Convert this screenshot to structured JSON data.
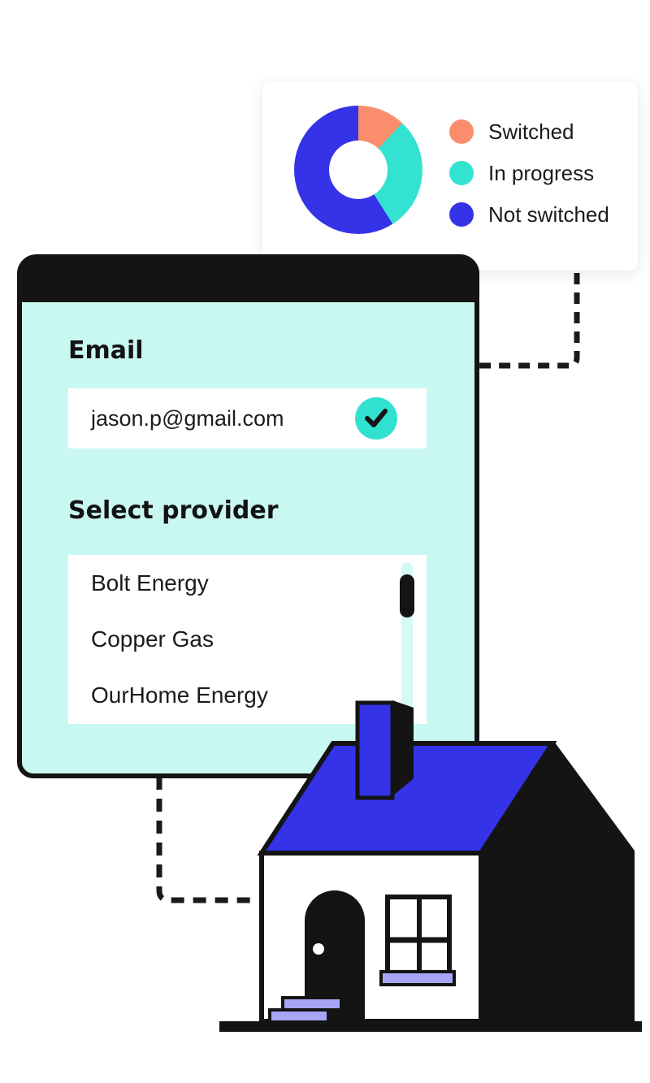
{
  "colors": {
    "background": "#FFFFFF",
    "ink": "#141414",
    "mint_panel": "#C8F8F1",
    "scroll_track_mint": "#D3FAF5",
    "teal": "#30E1CF",
    "blue": "#3433E8",
    "salmon": "#F98D6C",
    "lavender": "#A7A6F6",
    "text_dark": "#1B1B1B",
    "connector": "#1A1A1A"
  },
  "chart_card": {
    "legend": [
      {
        "label": "Switched",
        "color": "#F98D6C",
        "icon": "legend-dot"
      },
      {
        "label": "In progress",
        "color": "#33E2D0",
        "icon": "legend-dot"
      },
      {
        "label": "Not switched",
        "color": "#3433E8",
        "icon": "legend-dot"
      }
    ]
  },
  "chart_data": {
    "type": "pie",
    "donut": true,
    "title": "",
    "categories": [
      "Switched",
      "In progress",
      "Not switched"
    ],
    "values": [
      12,
      29,
      59
    ],
    "unit": "percent_estimated",
    "colors": [
      "#F98D6C",
      "#33E2D0",
      "#3433E8"
    ],
    "start_angle_deg": 0,
    "legend_position": "right"
  },
  "form": {
    "email_label": "Email",
    "email_value": "jason.p@gmail.com",
    "email_status_icon": "check-icon",
    "select_label": "Select provider",
    "providers": [
      "Bolt Energy",
      "Copper Gas",
      "OurHome Energy"
    ]
  },
  "illustration": {
    "name": "house-illustration",
    "roof_color": "#3433E8",
    "wall_color": "#FFFFFF",
    "accent_color": "#A7A6F6",
    "ground_color": "#141414"
  }
}
